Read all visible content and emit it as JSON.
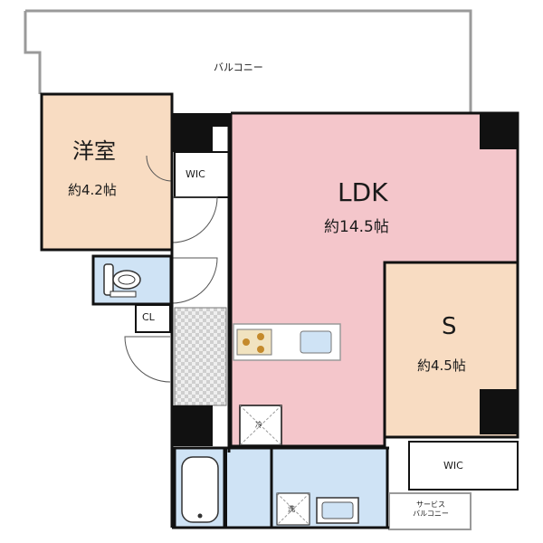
{
  "balcony": {
    "label": "バルコニー"
  },
  "western_room": {
    "name": "洋室",
    "area": "約4.2帖"
  },
  "ldk": {
    "name": "LDK",
    "area": "約14.5帖"
  },
  "service_room": {
    "name": "S",
    "area": "約4.5帖"
  },
  "wic_1": {
    "label": "WIC"
  },
  "wic_2": {
    "label": "WIC"
  },
  "closet": {
    "label": "CL"
  },
  "fridge": {
    "label": "冷"
  },
  "washer": {
    "label": "洗"
  },
  "service_balcony": {
    "line1": "サービス",
    "line2": "バルコニー"
  },
  "colors": {
    "western_room": "#f8dcc2",
    "ldk": "#f4c6cb",
    "service_room": "#f8dcc2",
    "water": "#cfe3f5",
    "balcony": "#ffffff",
    "wall": "#111111",
    "entry_tile": "#e6e6e6"
  }
}
